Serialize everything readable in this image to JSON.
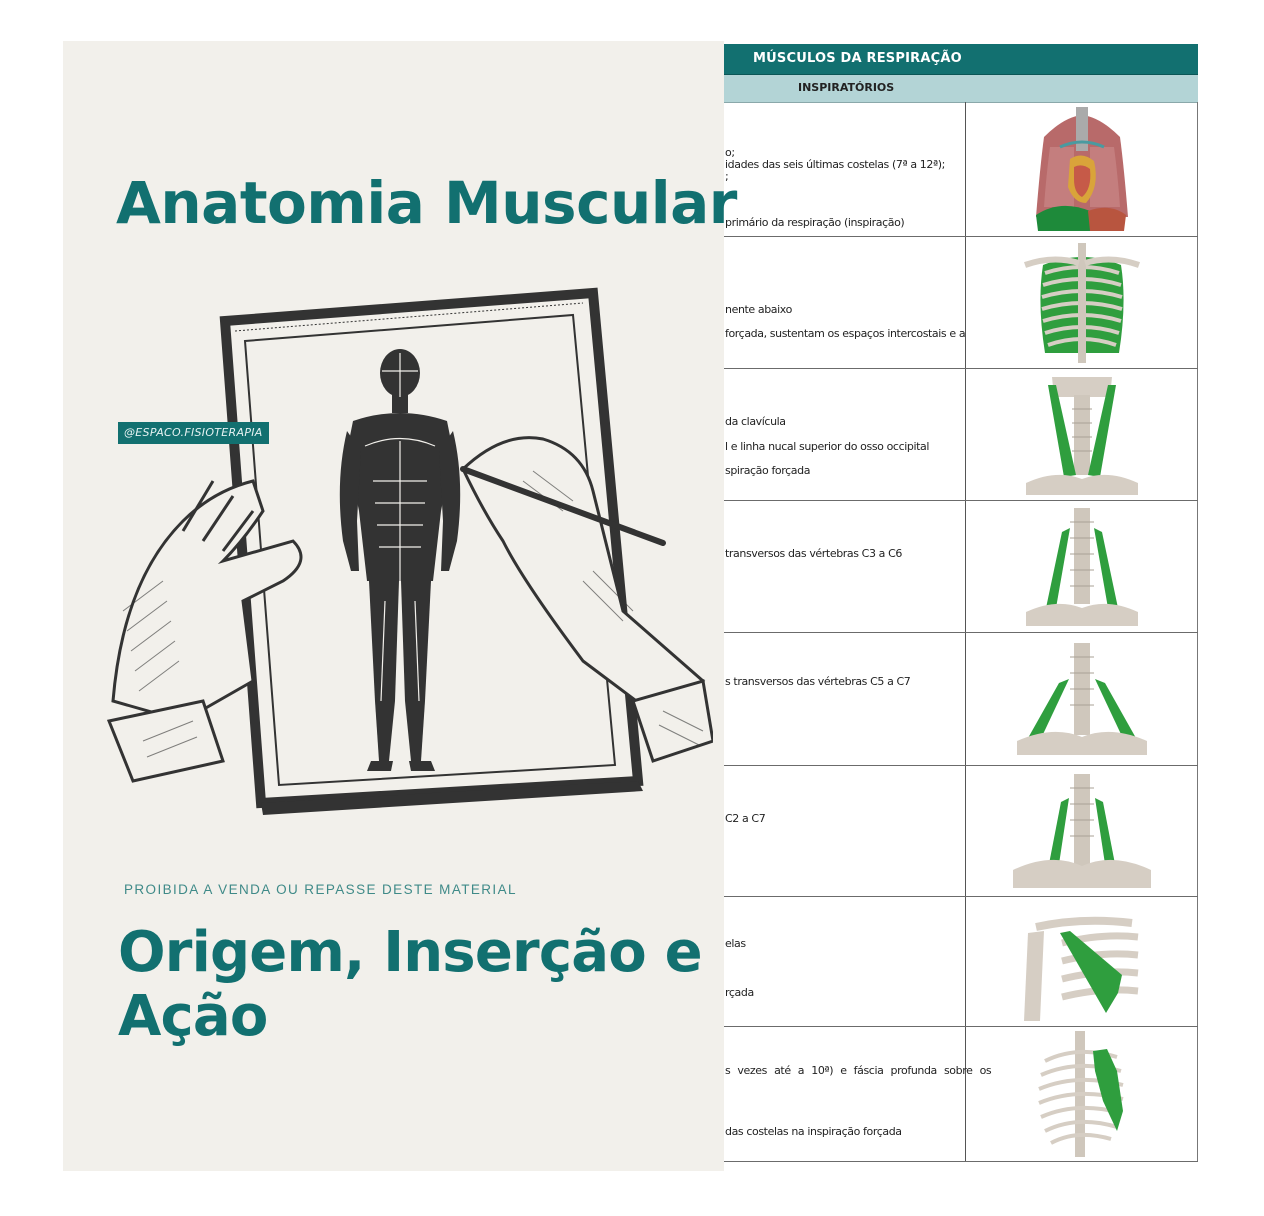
{
  "table": {
    "header_title": "MÚSCULOS DA RESPIRAÇÃO",
    "subheader": "INSPIRATÓRIOS",
    "colors": {
      "header_bg": "#127070",
      "subheader_bg": "#b3d4d6",
      "muscle_highlight": "#2f9e3e"
    },
    "rows": [
      {
        "lines": [
          "o;",
          "idades das seis últimas costelas (7ª a 12ª);",
          ";",
          "primário da respiração (inspiração)"
        ],
        "image": "diaphragm-thorax-illustration"
      },
      {
        "lines": [
          "nente abaixo",
          "forçada, sustentam os espaços intercostais e a"
        ],
        "image": "intercostal-ribcage-illustration"
      },
      {
        "lines": [
          "da clavícula",
          "l e linha nucal superior do osso occipital",
          "spiração forçada"
        ],
        "image": "sternocleidomastoid-neck-illustration"
      },
      {
        "lines": [
          "transversos das vértebras C3 a C6"
        ],
        "image": "scalene-anterior-neck-illustration"
      },
      {
        "lines": [
          "s transversos das vértebras C5 a C7"
        ],
        "image": "scalene-middle-neck-illustration"
      },
      {
        "lines": [
          "C2 a C7"
        ],
        "image": "scalene-posterior-neck-illustration"
      },
      {
        "lines": [
          "elas",
          "rçada"
        ],
        "image": "pectoralis-minor-shoulder-illustration"
      },
      {
        "lines": [
          "s vezes até a 10ª) e fáscia profunda sobre os",
          "das costelas na inspiração forçada"
        ],
        "image": "serratus-anterior-ribcage-illustration"
      }
    ]
  },
  "cover": {
    "title": "Anatomia Muscular",
    "handle": "@ESPACO.FISIOTERAPIA",
    "illustration": "hands-drawing-muscle-figure-illustration",
    "disclaimer": "PROIBIDA A VENDA OU REPASSE DESTE MATERIAL",
    "subtitle": "Origem, Inserção e Ação",
    "colors": {
      "background": "#f2f0eb",
      "accent": "#127070",
      "ink": "#333333"
    }
  }
}
